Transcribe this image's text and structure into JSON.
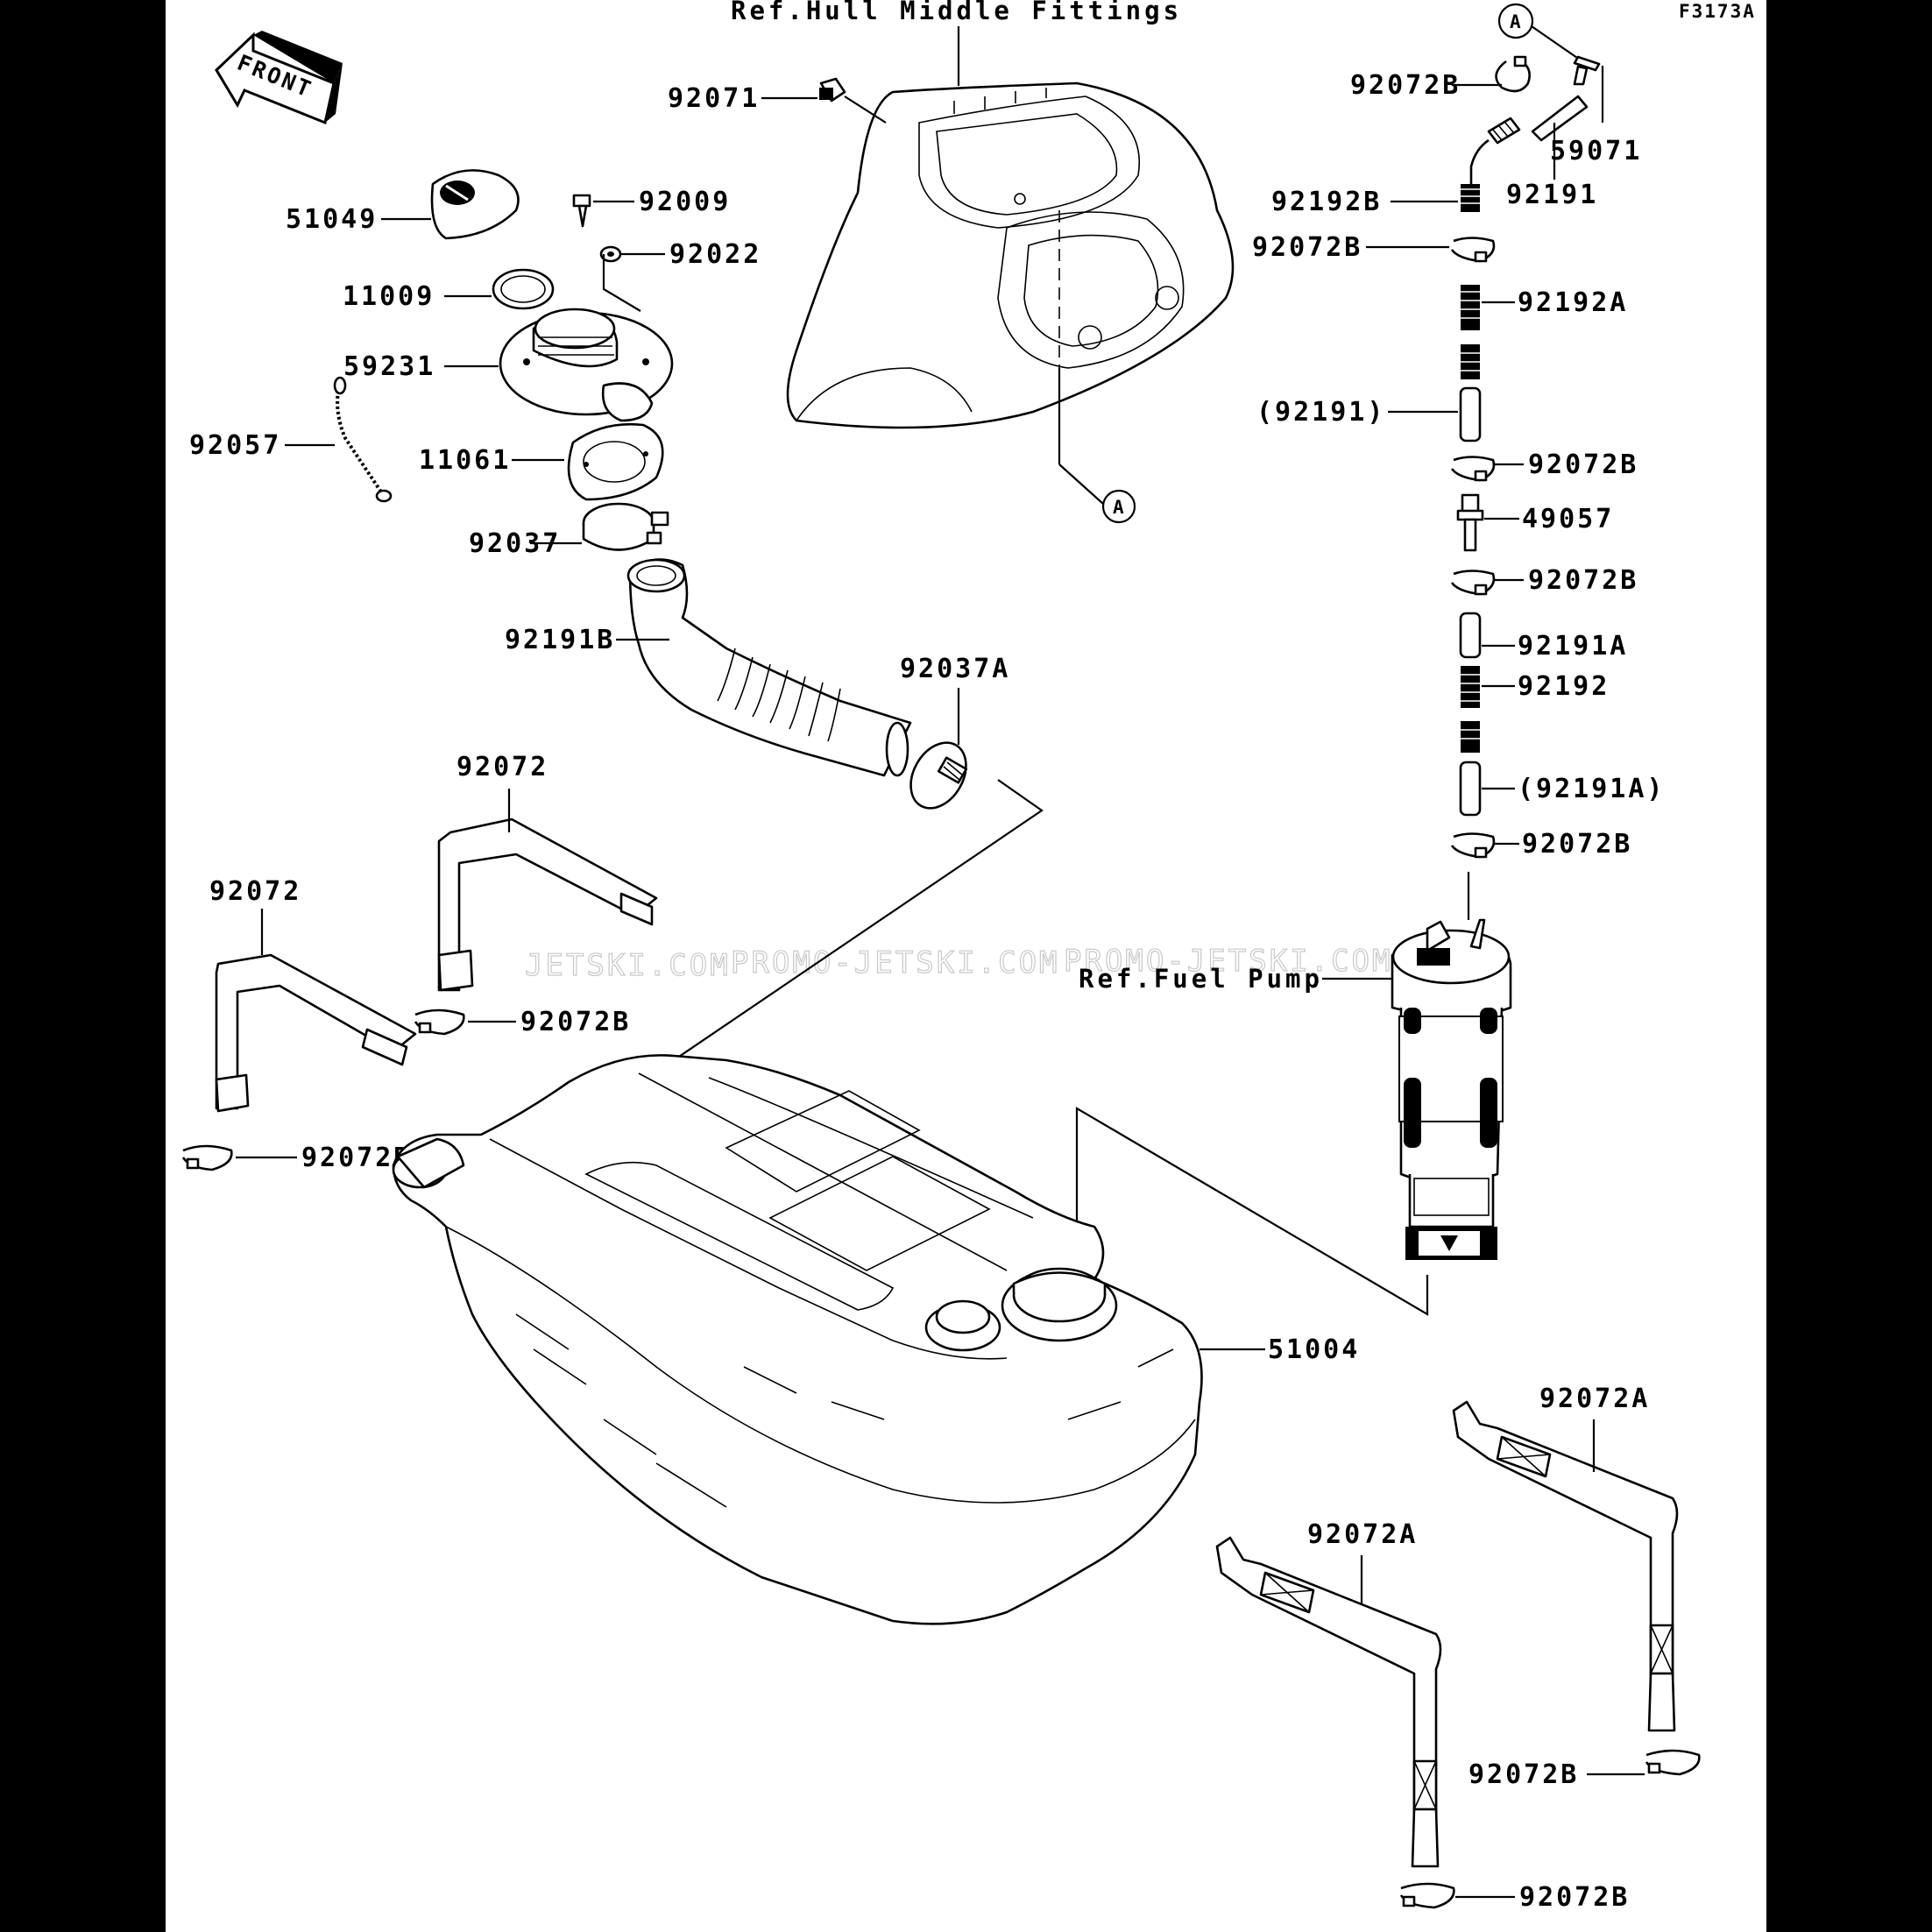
{
  "figure_code": "F3173A",
  "callout_letter": "A",
  "front_label": "FRONT",
  "references": {
    "hull": "Ref.Hull Middle Fittings",
    "fuel_pump": "Ref.Fuel Pump"
  },
  "watermarks": [
    "JETSKI.COM",
    "PROMO-JETSKI.COM",
    "PROMO-JETSKI.COM"
  ],
  "parts": {
    "p92071": "92071",
    "p51049": "51049",
    "p92009": "92009",
    "p92022": "92022",
    "p11009": "11009",
    "p59231": "59231",
    "p92057": "92057",
    "p11061": "11061",
    "p92037": "92037",
    "p92191B": "92191B",
    "p92037A": "92037A",
    "p92072_a": "92072",
    "p92072_b": "92072",
    "p92072B_1": "92072B",
    "p92072B_2": "92072B",
    "p51004": "51004",
    "p92072A_1": "92072A",
    "p92072A_2": "92072A",
    "p92072B_3": "92072B",
    "p92072B_4": "92072B",
    "p92072B_5": "92072B",
    "p59071": "59071",
    "p92191": "92191",
    "p92192B": "92192B",
    "p92072B_6": "92072B",
    "p92192A": "92192A",
    "p92191_paren": "(92191)",
    "p92072B_7": "92072B",
    "p49057": "49057",
    "p92072B_8": "92072B",
    "p92191A": "92191A",
    "p92192": "92192",
    "p92191A_paren": "(92191A)",
    "p92072B_9": "92072B"
  }
}
